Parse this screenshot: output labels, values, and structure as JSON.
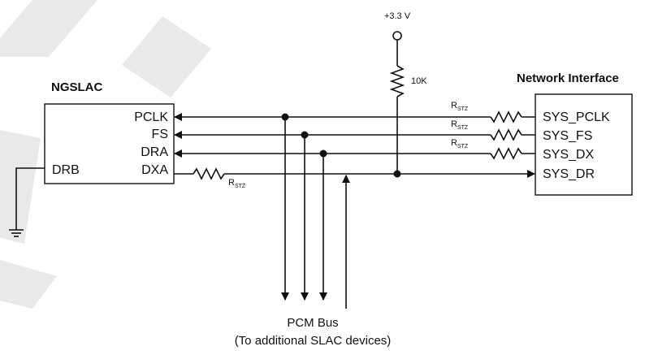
{
  "supply": {
    "voltage": "+3.3 V"
  },
  "pullup": {
    "value": "10K"
  },
  "ngslac": {
    "title": "NGSLAC",
    "pins": [
      "PCLK",
      "FS",
      "DRA",
      "DXA",
      "DRB"
    ]
  },
  "network": {
    "title": "Network Interface",
    "pins": [
      "SYS_PCLK",
      "SYS_FS",
      "SYS_DX",
      "SYS_DR"
    ]
  },
  "resistor": {
    "main": "R",
    "sub": "STZ"
  },
  "pcm_bus": {
    "label": "PCM Bus",
    "note": "(To additional SLAC devices)"
  }
}
